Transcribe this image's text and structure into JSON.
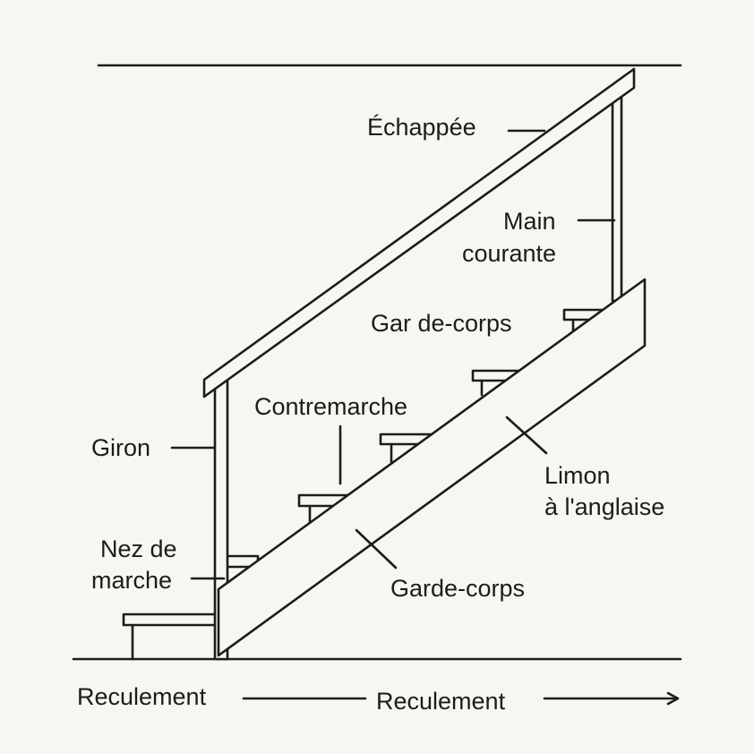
{
  "labels": {
    "echappee": "Échappée",
    "main_courante_1": "Main",
    "main_courante_2": "courante",
    "garde_corps_upper": "Gar de-corps",
    "contremarche": "Contremarche",
    "giron": "Giron",
    "limon_1": "Limon",
    "limon_2": "à l'anglaise",
    "nez_1": "Nez de",
    "nez_2": "marche",
    "garde_corps_lower": "Garde-corps",
    "reculement_left": "Reculement",
    "reculement_center": "Reculement"
  }
}
